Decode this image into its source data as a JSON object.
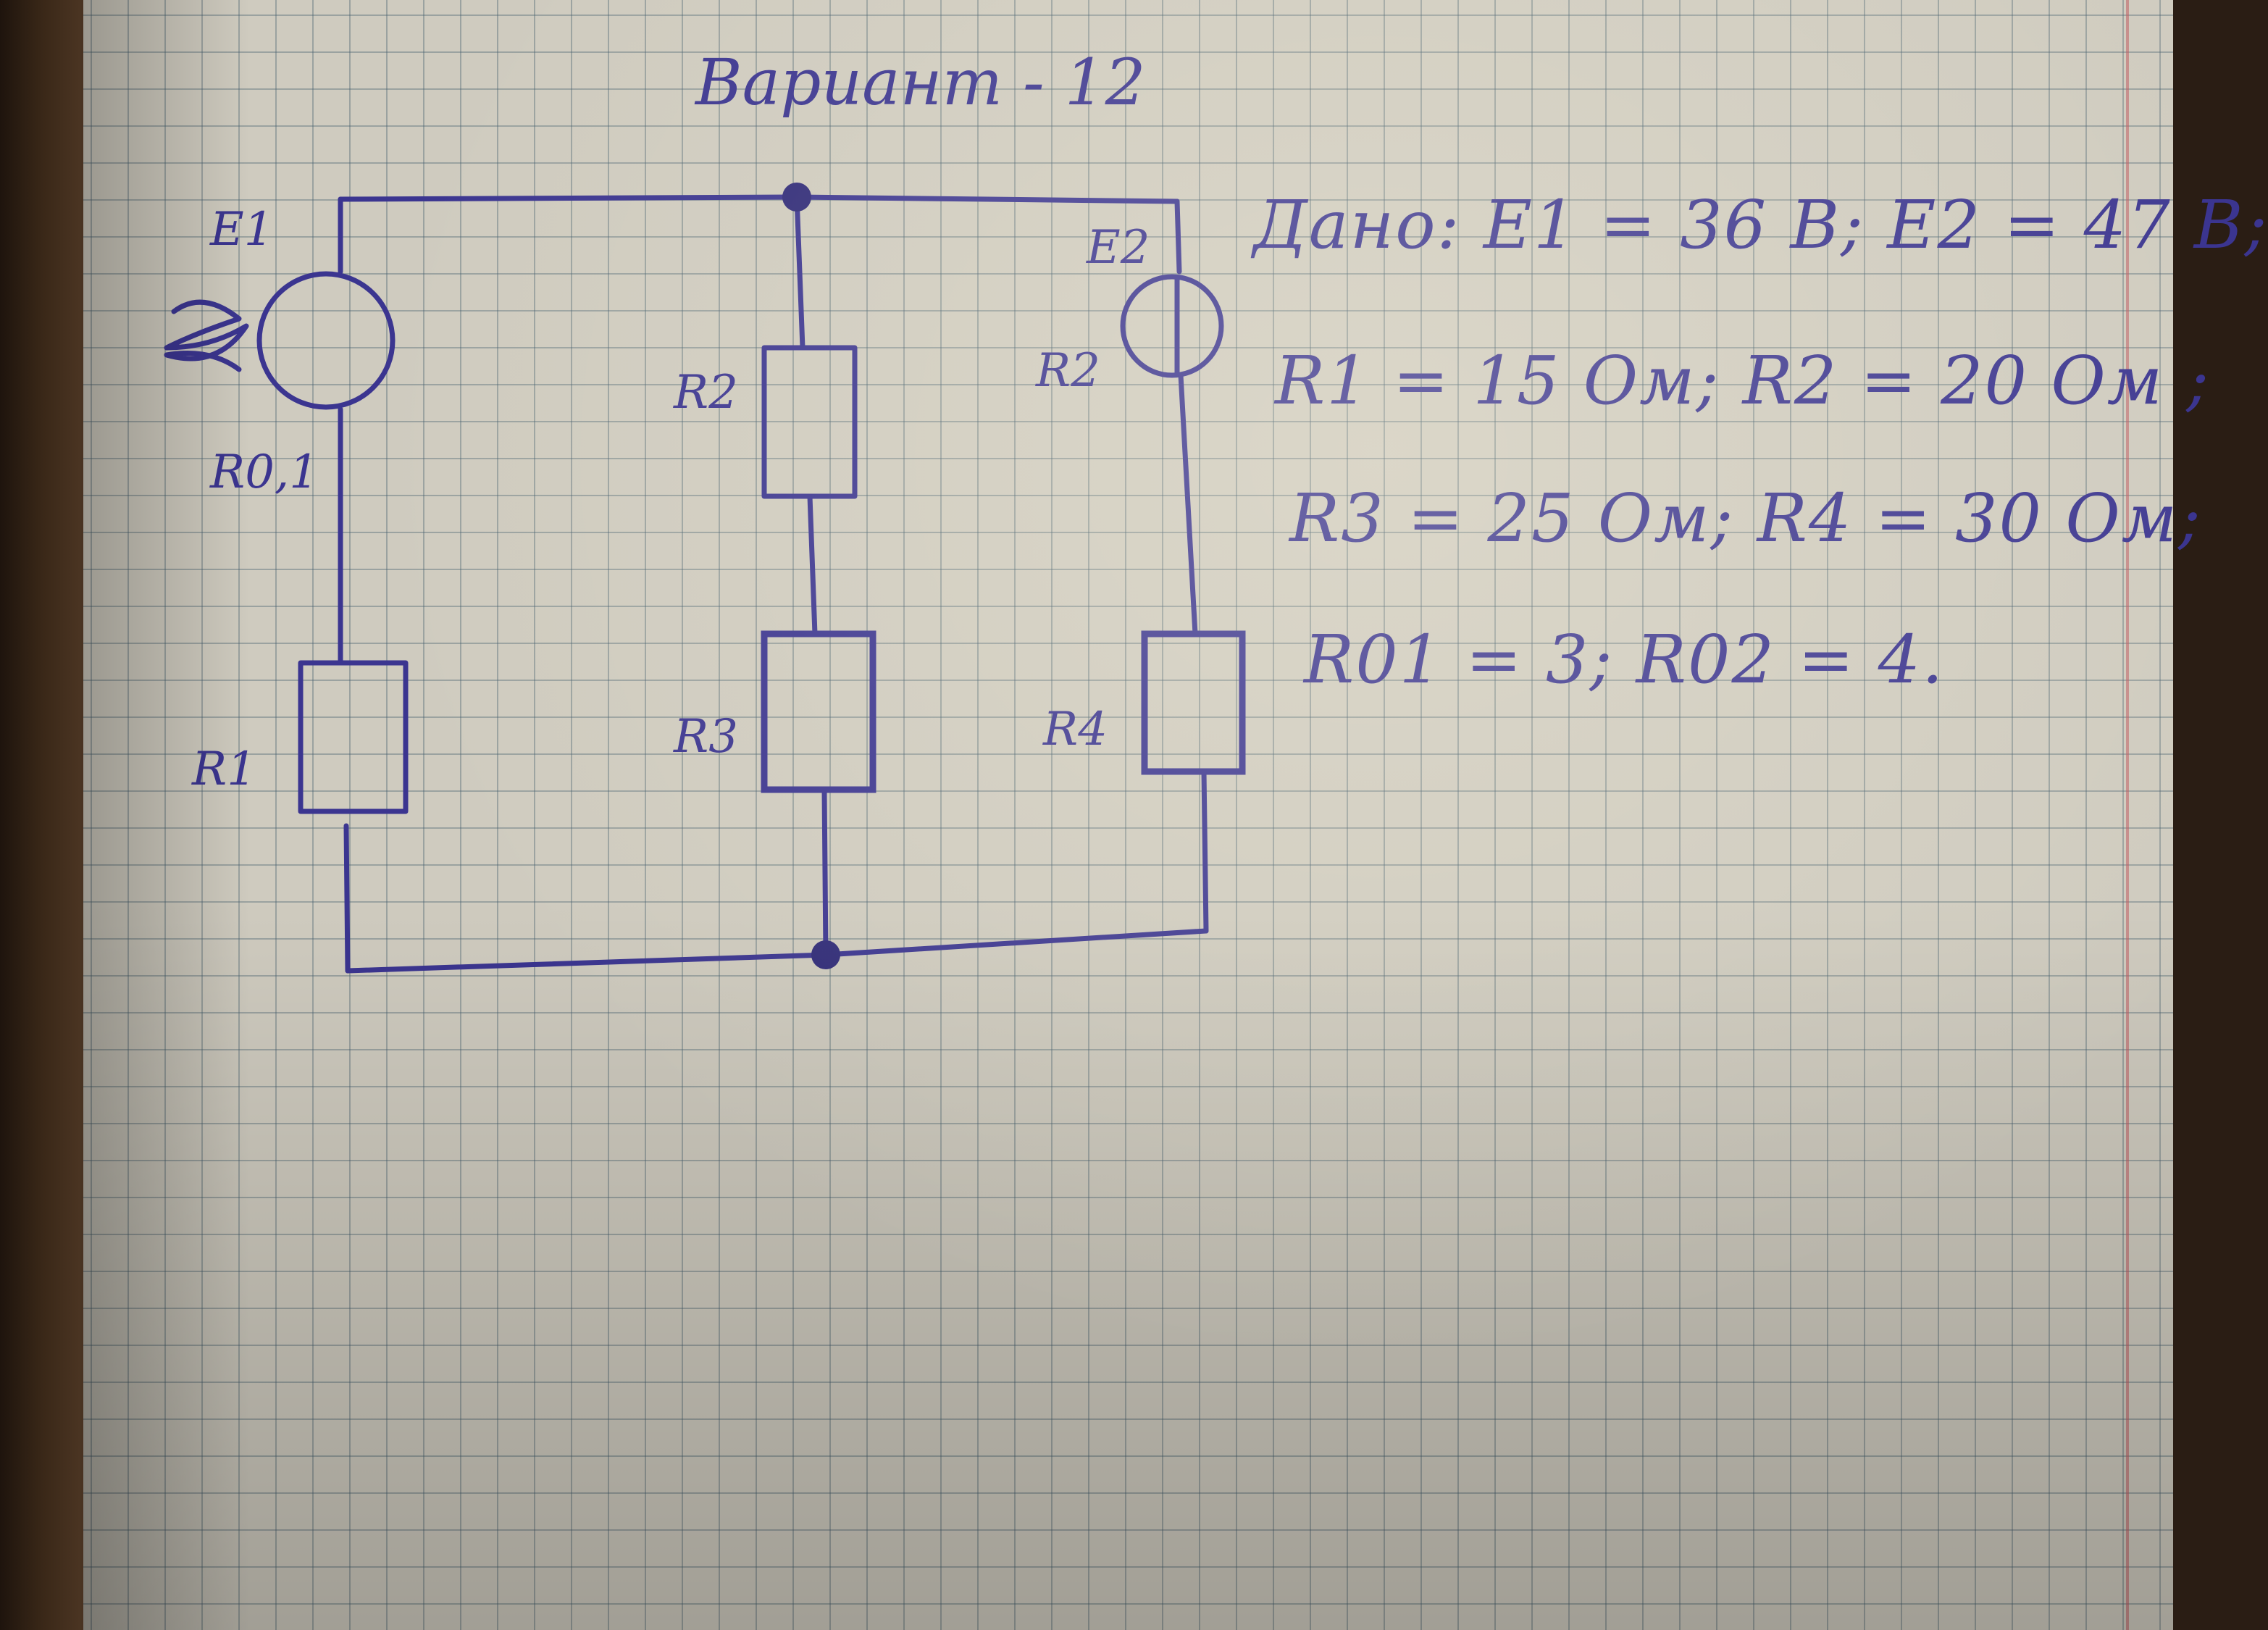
{
  "title": "Вариант - 12",
  "labels": {
    "e1": "E1",
    "e2": "E2",
    "r01": "R0,1",
    "r1": "R1",
    "r2_source": "R2",
    "r2": "R2",
    "r3": "R3",
    "r4": "R4"
  },
  "given": {
    "line1": "Дано: E1 = 36 B; E2 = 47 B;",
    "line2": "R1 = 15 Ом; R2 = 20 Ом ;",
    "line3": "R3 = 25 Ом; R4 = 30 Ом;",
    "line4": "R01 = 3; R02 = 4."
  },
  "colors": {
    "ink": "#3b3590",
    "paper": "#cfcbbf",
    "grid": "#465f6e"
  }
}
